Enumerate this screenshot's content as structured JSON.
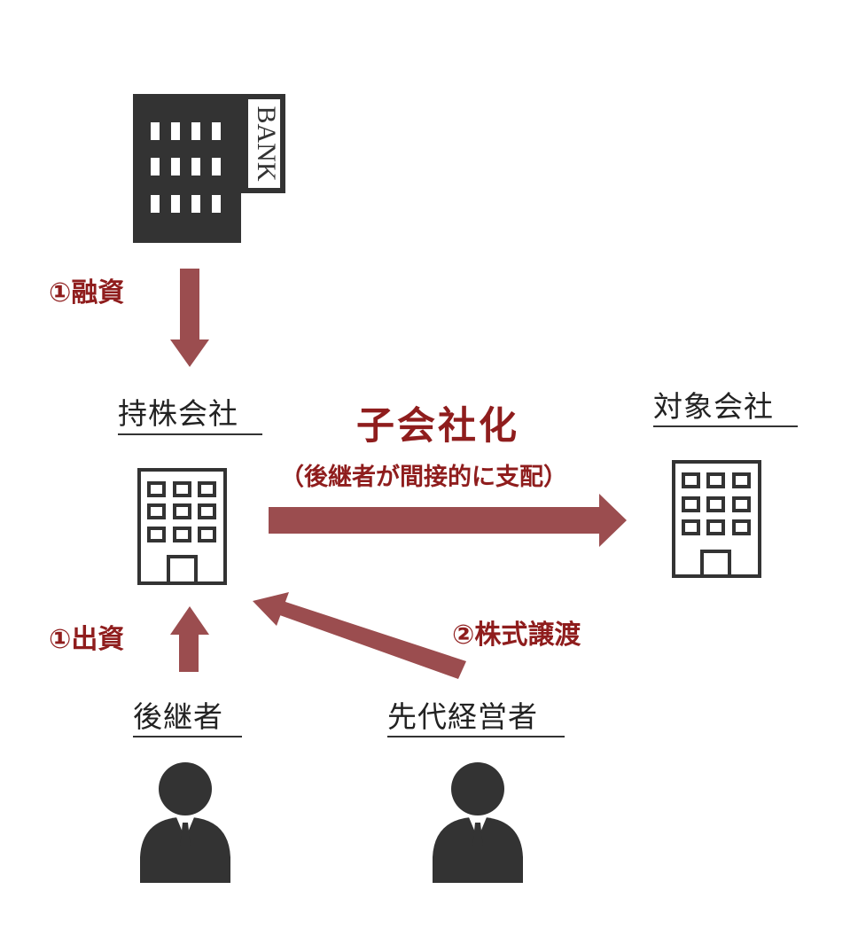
{
  "bank": {
    "sign_text": "BANK"
  },
  "nodes": {
    "holding_company": "持株会社",
    "target_company": "対象会社",
    "successor": "後継者",
    "predecessor": "先代経営者"
  },
  "flows": {
    "loan": "①融資",
    "investment": "①出資",
    "share_transfer": "②株式譲渡",
    "subsidiary_title": "子会社化",
    "subsidiary_note": "（後継者が間接的に支配）"
  },
  "colors": {
    "arrow": "#9b4d4f",
    "accent_text": "#8f1d1d",
    "icon_dark": "#333333"
  }
}
